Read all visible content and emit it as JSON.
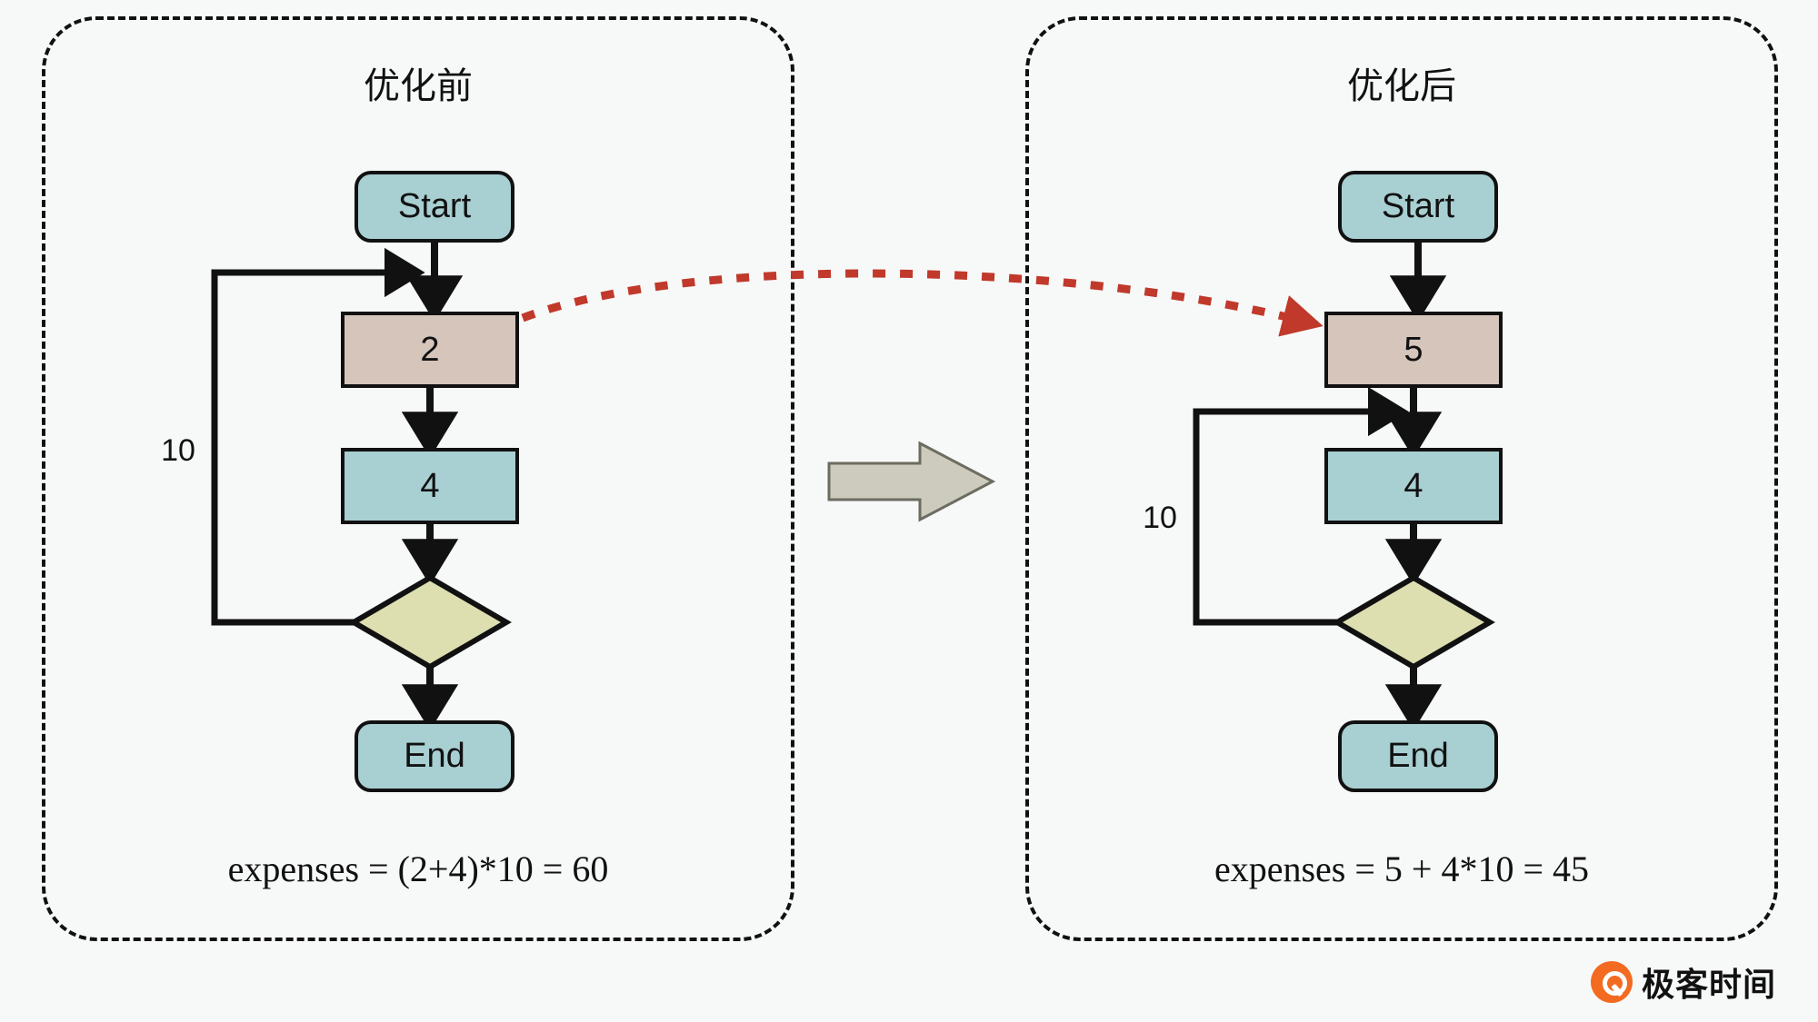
{
  "figure": {
    "type": "diagram",
    "subtype": "flowchart-comparison",
    "panels": [
      {
        "id": "before",
        "title": "优化前",
        "caption": "expenses = (2+4)*10 = 60",
        "loop_label": "10",
        "nodes": [
          {
            "id": "start",
            "label": "Start",
            "shape": "rounded",
            "color": "#a8cfd2"
          },
          {
            "id": "n2",
            "label": "2",
            "shape": "rect",
            "color": "#d5c5bb"
          },
          {
            "id": "n4",
            "label": "4",
            "shape": "rect",
            "color": "#a8cfd2"
          },
          {
            "id": "cond",
            "label": "",
            "shape": "diamond",
            "color": "#dedfb0"
          },
          {
            "id": "end",
            "label": "End",
            "shape": "rounded",
            "color": "#a8cfd2"
          }
        ],
        "loop_from": "cond",
        "loop_to": "n2",
        "expense_value": 60
      },
      {
        "id": "after",
        "title": "优化后",
        "caption": "expenses = 5 + 4*10 = 45",
        "loop_label": "10",
        "nodes": [
          {
            "id": "start",
            "label": "Start",
            "shape": "rounded",
            "color": "#a8cfd2"
          },
          {
            "id": "n5",
            "label": "5",
            "shape": "rect",
            "color": "#d5c5bb"
          },
          {
            "id": "n4",
            "label": "4",
            "shape": "rect",
            "color": "#a8cfd2"
          },
          {
            "id": "cond",
            "label": "",
            "shape": "diamond",
            "color": "#dedfb0"
          },
          {
            "id": "end",
            "label": "End",
            "shape": "rounded",
            "color": "#a8cfd2"
          }
        ],
        "loop_from": "cond",
        "loop_to": "n4",
        "expense_value": 45
      }
    ],
    "transition_arrow": {
      "icon": "block-arrow-right-icon",
      "color": "#cdcbbd"
    },
    "highlight_arrow": {
      "icon": "dotted-arrow-right-icon",
      "color": "#c0392b",
      "from": "2",
      "to": "5"
    }
  },
  "watermark": {
    "icon": "geekbang-logo-icon",
    "text": "极客时间",
    "color": "#f36a21"
  },
  "colors": {
    "background": "#f7f9f8",
    "stroke": "#111111",
    "node_teal": "#a8cfd2",
    "node_tan": "#d5c5bb",
    "node_olive": "#dedfb0",
    "arrow_gray": "#cdcbbd",
    "highlight_red": "#c0392b"
  }
}
